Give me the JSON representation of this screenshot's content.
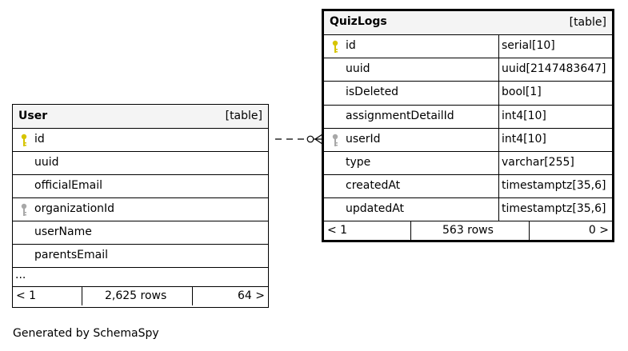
{
  "user_table": {
    "name": "User",
    "kind": "[table]",
    "columns": [
      {
        "name": "id",
        "key": "primary"
      },
      {
        "name": "uuid",
        "key": ""
      },
      {
        "name": "officialEmail",
        "key": ""
      },
      {
        "name": "organizationId",
        "key": "foreign"
      },
      {
        "name": "userName",
        "key": ""
      },
      {
        "name": "parentsEmail",
        "key": ""
      }
    ],
    "ellipsis": "...",
    "footer": {
      "left": "< 1",
      "middle": "2,625 rows",
      "right": "64 >"
    }
  },
  "quizlogs_table": {
    "name": "QuizLogs",
    "kind": "[table]",
    "columns": [
      {
        "name": "id",
        "type": "serial[10]",
        "key": "primary"
      },
      {
        "name": "uuid",
        "type": "uuid[2147483647]",
        "key": ""
      },
      {
        "name": "isDeleted",
        "type": "bool[1]",
        "key": ""
      },
      {
        "name": "assignmentDetailId",
        "type": "int4[10]",
        "key": ""
      },
      {
        "name": "userId",
        "type": "int4[10]",
        "key": "foreign"
      },
      {
        "name": "type",
        "type": "varchar[255]",
        "key": ""
      },
      {
        "name": "createdAt",
        "type": "timestamptz[35,6]",
        "key": ""
      },
      {
        "name": "updatedAt",
        "type": "timestamptz[35,6]",
        "key": ""
      }
    ],
    "footer": {
      "left": "< 1",
      "middle": "563 rows",
      "right": "0 >"
    }
  },
  "relationship": {
    "from": "User.id",
    "to": "QuizLogs.userId"
  },
  "generated_by": "Generated by SchemaSpy",
  "colors": {
    "primary_key": "#d6c400",
    "foreign_key": "#a8a8a8",
    "header_bg": "#f4f4f4"
  }
}
